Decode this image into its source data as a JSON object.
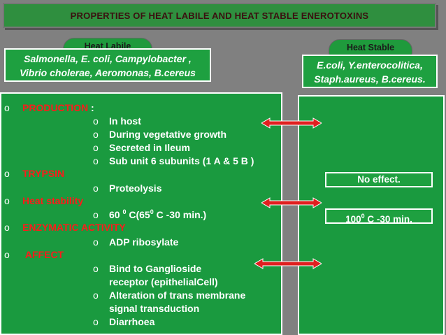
{
  "title": "PROPERTIES OF HEAT LABILE AND HEAT STABLE ENEROTOXINS",
  "heat_labile": {
    "label": "Heat Labile",
    "organisms_line1": "Salmonella, E. coli, Campylobacter ,",
    "organisms_line2": "Vibrio cholerae, Aeromonas, B.cereus"
  },
  "heat_stable": {
    "label": "Heat Stable",
    "organisms_line1": "E.coli, Y.enterocolitica,",
    "organisms_line2": "Staph.aureus, B.cereus."
  },
  "bullet": "o",
  "sections": {
    "production": {
      "heading": "PRODUCTION",
      "colon": ":",
      "items": [
        "In host",
        "During vegetative growth",
        "Secreted in Ileum",
        "Sub unit 6 subunits (1 A & 5 B )"
      ]
    },
    "trypsin": {
      "heading": "TRYPSIN",
      "items": [
        "Proteolysis"
      ]
    },
    "heat_stability": {
      "heading": "Heat stability",
      "item_pre": "60",
      "item_sup1": "0",
      "item_mid": "C(65",
      "item_sup2": "0",
      "item_post": "C -30 min.)"
    },
    "enzymatic": {
      "heading": "ENZYMATIC ACTIVITY",
      "items": [
        "ADP ribosylate"
      ]
    },
    "affect": {
      "heading": "AFFECT",
      "items": [
        "Bind to Ganglioside",
        "receptor (epithelialCell)",
        "Alteration of trans membrane",
        "signal transduction",
        "Diarrhoea"
      ]
    }
  },
  "stable_notes": {
    "trypsin": "No  effect.",
    "heat_pre": "100",
    "heat_sup": "0",
    "heat_post": "C -30 min."
  },
  "colors": {
    "background": "#808080",
    "green": "#1a9a3f",
    "heading_red": "#ff1a1a",
    "arrow_red": "#e02020"
  }
}
